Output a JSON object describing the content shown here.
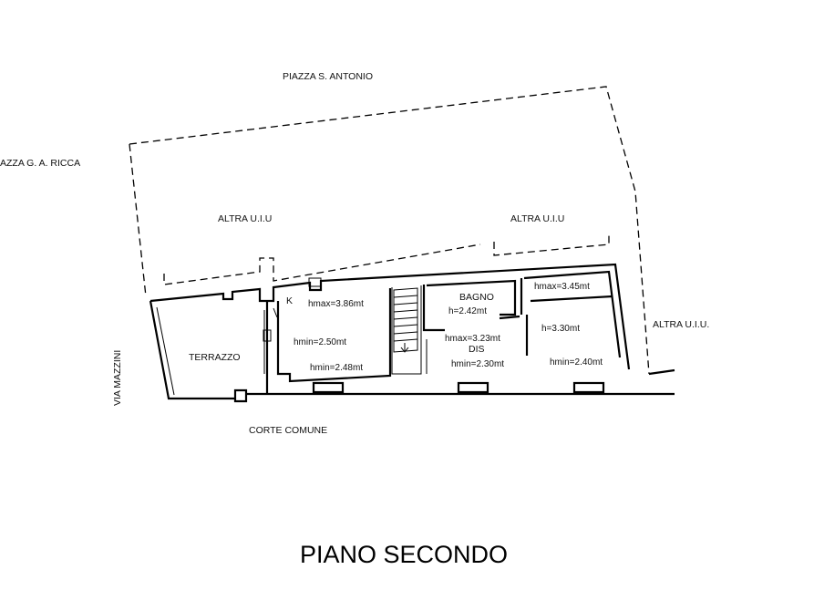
{
  "streets": {
    "top": "PIAZZA S. ANTONIO",
    "left": "AZZA G. A. RICCA",
    "side": "VIA MAZZINI",
    "bottom": "CORTE COMUNE"
  },
  "others": {
    "left": "ALTRA U.I.U",
    "right": "ALTRA U.I.U",
    "east": "ALTRA U.I.U."
  },
  "rooms": {
    "terrazzo": "TERRAZZO",
    "kitchen_mark": "K",
    "kitchen_hmax": "hmax=3.86mt",
    "kitchen_hmin_side": "hmin=2.50mt",
    "kitchen_hmin": "hmin=2.48mt",
    "bagno": "BAGNO",
    "bagno_h": "h=2.42mt",
    "dis_hmax": "hmax=3.23mt",
    "dis": "DIS",
    "dis_hmin": "hmin=2.30mt",
    "room_hmax": "hmax=3.45mt",
    "room_h": "h=3.30mt",
    "room_hmin": "hmin=2.40mt"
  },
  "title": "PIANO SECONDO"
}
